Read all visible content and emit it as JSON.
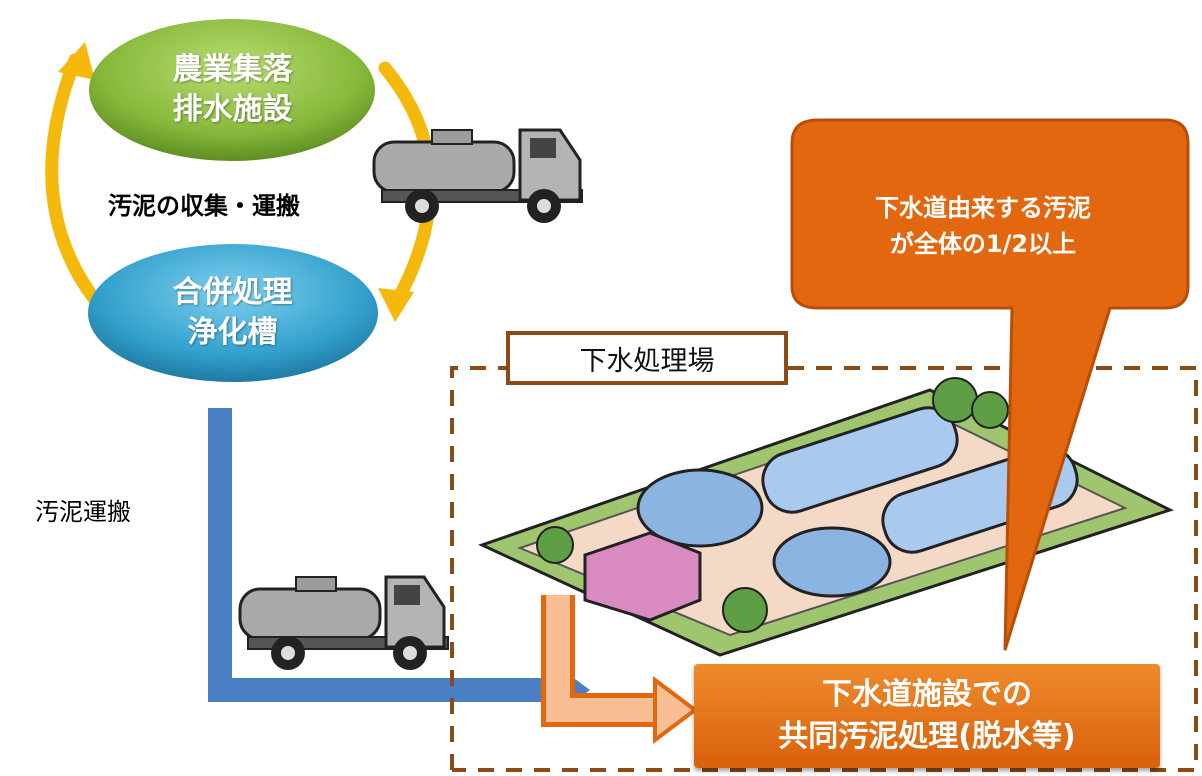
{
  "nodes": {
    "rural": {
      "line1": "農業集落",
      "line2": "排水施設"
    },
    "septic": {
      "line1": "合併処理",
      "line2": "浄化槽"
    }
  },
  "labels": {
    "collection": "汚泥の収集・運搬",
    "transport": "汚泥運搬",
    "plant": "下水処理場"
  },
  "callout": {
    "line1": "下水道由来する汚泥",
    "line2": "が全体の1/2以上"
  },
  "result": {
    "line1": "下水道施設での",
    "line2": "共同汚泥処理(脱水等)"
  },
  "colors": {
    "green": "#8cbb3c",
    "blue_node": "#38a6cf",
    "cycle_arrow": "#f4b90a",
    "flow_arrow": "#4a7fc3",
    "orange": "#e2670f",
    "dashed_border": "#8a4b17"
  }
}
